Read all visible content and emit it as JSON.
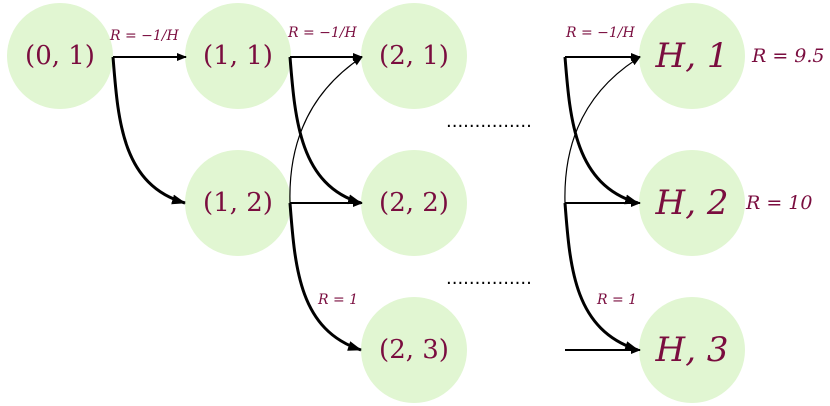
{
  "nodes": {
    "s01": "(0, 1)",
    "s11": "(1, 1)",
    "s12": "(1, 2)",
    "s21": "(2, 1)",
    "s22": "(2, 2)",
    "s23": "(2, 3)",
    "sH1": "H, 1",
    "sH2": "H, 2",
    "sH3": "H, 3"
  },
  "rewards": {
    "r_01_11": "R = −1/H",
    "r_11_21": "R = −1/H",
    "r_to_H1": "R = −1/H",
    "r_12_23": "R = 1",
    "r_to_H3": "R = 1",
    "r_H1": "R = 9.5",
    "r_H2": "R = 10"
  },
  "ellipses": {
    "upper": "···············",
    "lower": "···············"
  },
  "colors": {
    "node_fill": "#e1f6d2",
    "label_color": "#7a0d3f",
    "edge_color": "#000000"
  }
}
